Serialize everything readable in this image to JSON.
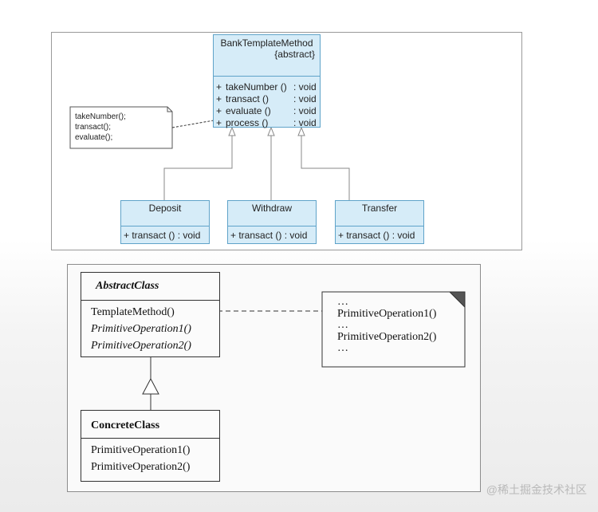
{
  "top_diagram": {
    "abstract_class": {
      "name": "BankTemplateMethod",
      "stereotype": "{abstract}",
      "operations": [
        {
          "vis": "+",
          "name": "takeNumber ()",
          "ret": ": void"
        },
        {
          "vis": "+",
          "name": "transact ()",
          "ret": ": void"
        },
        {
          "vis": "+",
          "name": "evaluate ()",
          "ret": ": void"
        },
        {
          "vis": "+",
          "name": "process ()",
          "ret": ": void"
        }
      ]
    },
    "note_lines": [
      "takeNumber();",
      "transact();",
      "evaluate();"
    ],
    "subclasses": [
      {
        "name": "Deposit",
        "operation": "+ transact () : void"
      },
      {
        "name": "Withdraw",
        "operation": "+ transact () : void"
      },
      {
        "name": "Transfer",
        "operation": "+ transact () : void"
      }
    ]
  },
  "bottom_diagram": {
    "abstract_class": {
      "name": "AbstractClass",
      "operations": [
        "TemplateMethod()",
        "PrimitiveOperation1()",
        "PrimitiveOperation2()"
      ]
    },
    "concrete_class": {
      "name": "ConcreteClass",
      "operations": [
        "PrimitiveOperation1()",
        "PrimitiveOperation2()"
      ]
    },
    "note_lines": [
      "…",
      "PrimitiveOperation1()",
      "…",
      "PrimitiveOperation2()",
      "…"
    ]
  },
  "watermark": "@稀土掘金技术社区"
}
